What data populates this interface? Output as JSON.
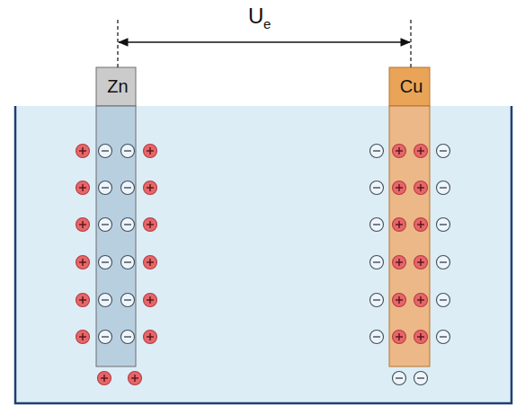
{
  "diagram": {
    "nodes": [
      {
        "text": [
          "Zn"
        ]
      },
      {
        "text": [
          "Cu"
        ]
      }
    ],
    "labels": [
      "U",
      "e"
    ]
  }
}
